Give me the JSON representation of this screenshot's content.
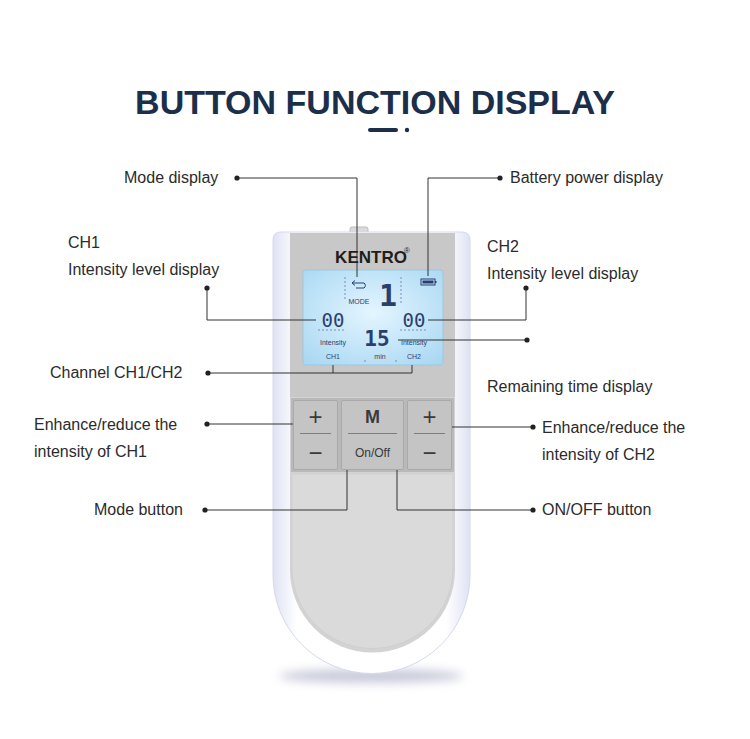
{
  "diagram": {
    "title": "BUTTON FUNCTION DISPLAY",
    "nodes": [
      {
        "text": [
          "+",
          "−"
        ]
      },
      {
        "text": [
          "M",
          "On/Off"
        ]
      },
      {
        "text": [
          "+",
          "−"
        ]
      }
    ],
    "labels": [
      "Mode display",
      "Battery power display",
      "CH1",
      "Intensity level display",
      "CH2",
      "Intensity level display",
      "Channel CH1/CH2",
      "Remaining time display",
      "Enhance/reduce the intensity of CH1",
      "Enhance/reduce the intensity of CH2",
      "Mode button",
      "ON/OFF button",
      "KENTRO",
      "®",
      "MODE",
      "1",
      "00",
      "15",
      "00",
      "Intensity",
      "Intensity",
      "CH1",
      "min",
      "CH2"
    ]
  }
}
